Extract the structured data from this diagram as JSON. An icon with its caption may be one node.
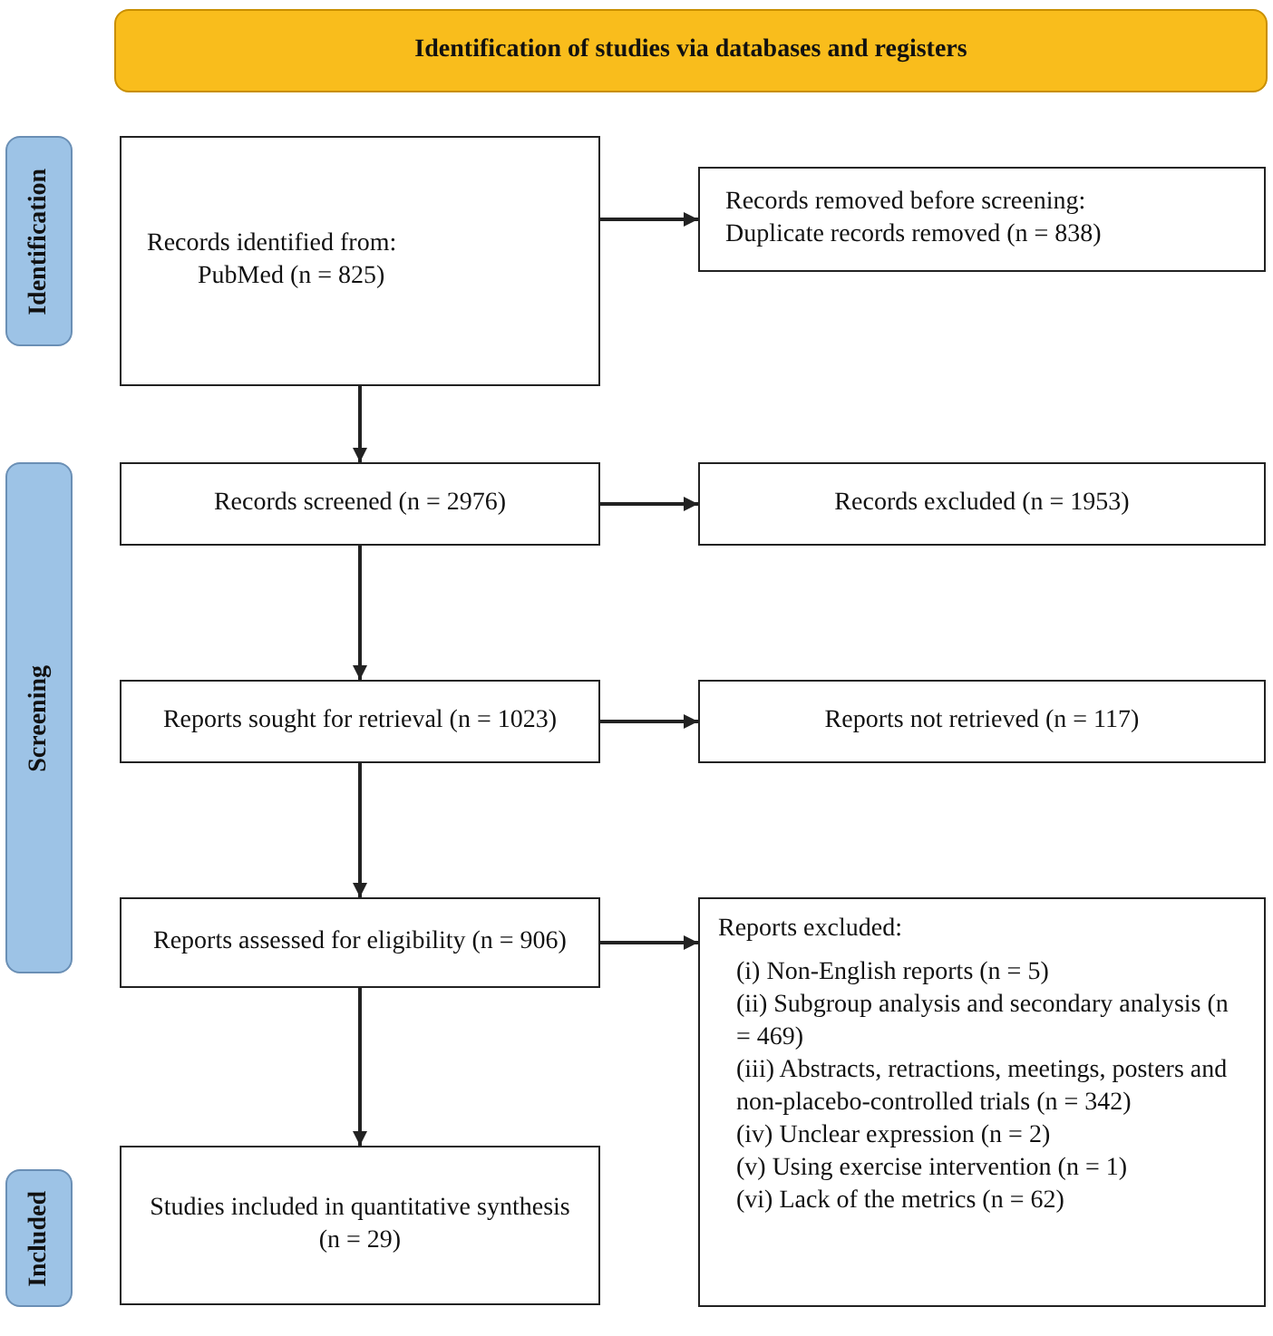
{
  "diagram": {
    "nodes": [
      {
        "text": [
          "Identification of studies via databases and registers"
        ]
      },
      {
        "text": [
          "Identification"
        ]
      },
      {
        "text": [
          "Screening"
        ]
      },
      {
        "text": [
          "Included"
        ]
      },
      {
        "text": [
          "Records identified from:",
          "PubMed (n = 825)"
        ]
      },
      {
        "text": [
          "Records removed before screening:",
          "Duplicate records removed (n = 838)"
        ]
      },
      {
        "text": [
          "Records screened (n = 2976)"
        ]
      },
      {
        "text": [
          "Records excluded (n = 1953)"
        ]
      },
      {
        "text": [
          "Reports sought for retrieval (n = 1023)"
        ]
      },
      {
        "text": [
          "Reports not retrieved (n = 117)"
        ]
      },
      {
        "text": [
          "Reports assessed for eligibility (n = 906)"
        ]
      },
      {
        "text": [
          "Reports excluded:",
          "(i) Non-English reports (n = 5)",
          "(ii) Subgroup analysis and secondary analysis (n = 469)",
          "(iii) Abstracts, retractions, meetings, posters and non-placebo-controlled trials (n = 342)",
          "(iv) Unclear expression (n = 2)",
          "(v) Using exercise intervention (n = 1)",
          "(vi) Lack of the metrics (n = 62)"
        ]
      },
      {
        "text": [
          "Studies included in quantitative synthesis (n = 29)"
        ]
      }
    ],
    "edges": [
      {
        "from": 4,
        "to": 5,
        "arrow": "to"
      },
      {
        "from": 4,
        "to": 6,
        "arrow": "to"
      },
      {
        "from": 6,
        "to": 7,
        "arrow": "to"
      },
      {
        "from": 6,
        "to": 8,
        "arrow": "to"
      },
      {
        "from": 8,
        "to": 9,
        "arrow": "to"
      },
      {
        "from": 8,
        "to": 10,
        "arrow": "to"
      },
      {
        "from": 10,
        "to": 11,
        "arrow": "to"
      },
      {
        "from": 10,
        "to": 12,
        "arrow": "to"
      }
    ]
  }
}
